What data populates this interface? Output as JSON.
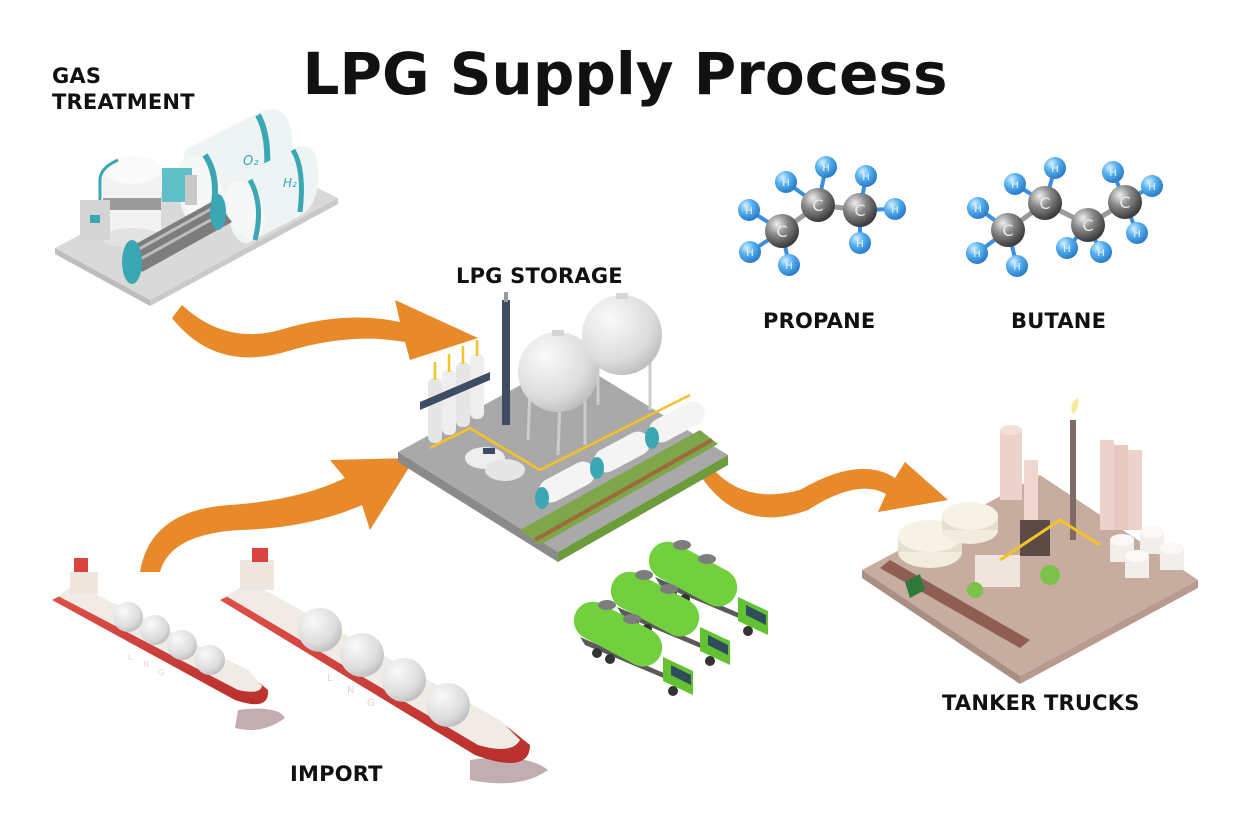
{
  "title": "LPG Supply Process",
  "labels": {
    "gas_treatment_line1": "GAS",
    "gas_treatment_line2": "TREATMENT",
    "lpg_storage": "LPG STORAGE",
    "propane": "PROPANE",
    "butane": "BUTANE",
    "tanker_trucks": "TANKER TRUCKS",
    "import": "IMPORT"
  },
  "tank_marks": {
    "o2": "O₂",
    "h2": "H₂"
  },
  "ship_marking": [
    "L",
    "N",
    "G"
  ],
  "molecules": {
    "propane": {
      "carbons": 3,
      "hydrogens": 8,
      "carbon_label": "C",
      "hydrogen_label": "H"
    },
    "butane": {
      "carbons": 4,
      "hydrogens": 10,
      "carbon_label": "C",
      "hydrogen_label": "H"
    }
  },
  "flow": [
    {
      "from": "Gas Treatment",
      "to": "LPG Storage"
    },
    {
      "from": "Import",
      "to": "LPG Storage"
    },
    {
      "from": "LPG Storage",
      "to": "Tanker Trucks"
    }
  ],
  "colors": {
    "arrow": "#e8892a",
    "hydrogen": "#4aa6ee",
    "carbon": "#8c8c8c",
    "ship_hull": "#d9443f",
    "truck": "#6fcf3a",
    "teal": "#3aa7b3",
    "pipe_yellow": "#f5c326"
  }
}
